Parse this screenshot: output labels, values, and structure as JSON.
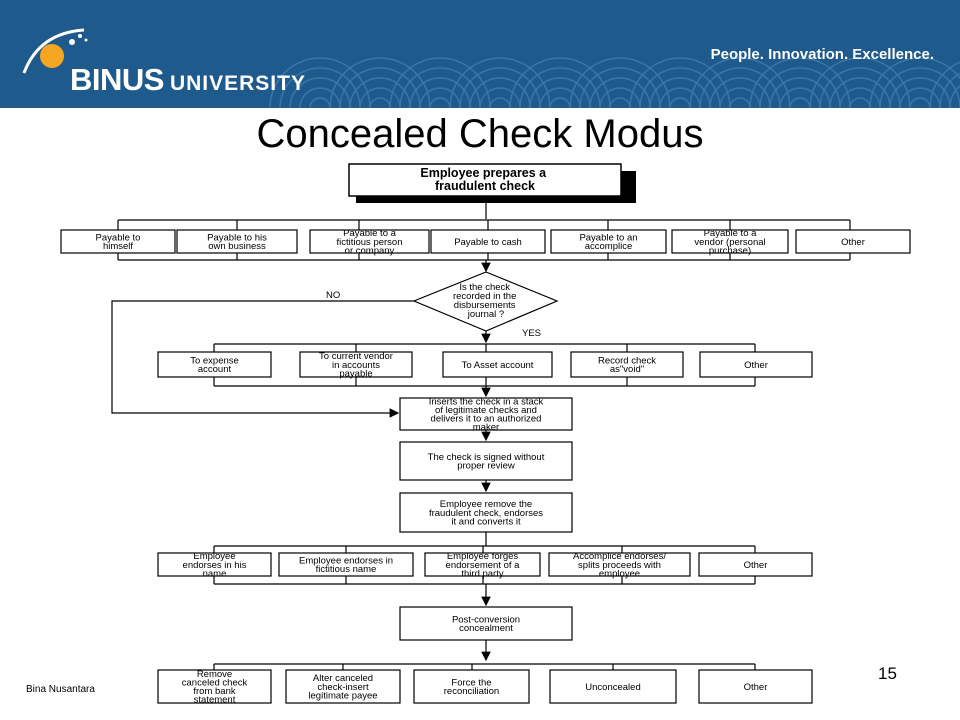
{
  "header": {
    "logo_name": "BINUS",
    "logo_suffix": "UNIVERSITY",
    "tagline": "People. Innovation. Excellence.",
    "color": "#1f5a8c"
  },
  "title": "Concealed Check Modus",
  "footer": {
    "left": "Bina Nusantara",
    "page": "15"
  },
  "flow": {
    "start": [
      "Employee prepares a",
      "fraudulent check"
    ],
    "payees": [
      [
        "Payable to",
        "himself"
      ],
      [
        "Payable to his",
        "own business"
      ],
      [
        "Payable to a",
        "fictitious person",
        "or company"
      ],
      [
        "Payable to cash"
      ],
      [
        "Payable to an",
        "accomplice"
      ],
      [
        "Payable to a",
        "vendor (personal",
        "purchase)"
      ],
      [
        "Other"
      ]
    ],
    "decision": [
      "Is the check",
      "recorded in the",
      "disbursements",
      "journal ?"
    ],
    "no_label": "NO",
    "yes_label": "YES",
    "recordings": [
      [
        "To expense",
        "account"
      ],
      [
        "To current vendor",
        "in accounts",
        "payable"
      ],
      [
        "To Asset account"
      ],
      [
        "Record check",
        "as\"void\""
      ],
      [
        "Other"
      ]
    ],
    "step_insert": [
      "Inserts the check in a stack",
      "of legitimate checks and",
      "delivers it to an authorized",
      "maker"
    ],
    "step_signed": [
      "The check is signed without",
      "proper review"
    ],
    "step_remove": [
      "Employee remove the",
      "fraudulent check, endorses",
      "it and converts it"
    ],
    "endorsements": [
      [
        "Employee",
        "endorses in his",
        "name"
      ],
      [
        "Employee endorses in",
        "fictitious name"
      ],
      [
        "Employee forges",
        "endorsement of a",
        "third party"
      ],
      [
        "Accomplice endorses/",
        "splits proceeds with",
        "employee"
      ],
      [
        "Other"
      ]
    ],
    "step_post": [
      "Post-conversion",
      "concealment"
    ],
    "concealments": [
      [
        "Remove",
        "canceled check",
        "from bank",
        "statement"
      ],
      [
        "Alter canceled",
        "check-insert",
        "legitimate payee"
      ],
      [
        "Force the",
        "reconciliation"
      ],
      [
        "Unconcealed"
      ],
      [
        "Other"
      ]
    ]
  }
}
